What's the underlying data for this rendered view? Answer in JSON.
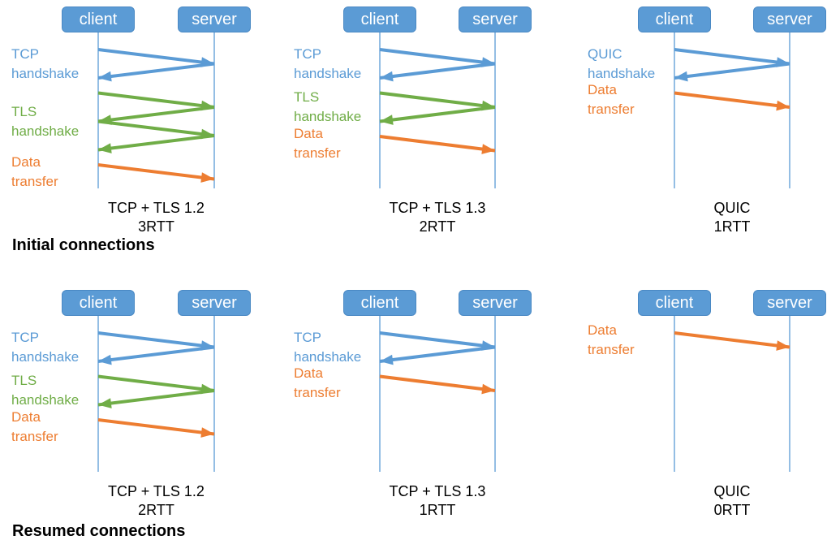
{
  "colors": {
    "blue": "#5B9BD5",
    "green": "#70AD47",
    "orange": "#ED7D31",
    "box_fill": "#5B9BD5",
    "box_border": "#4A89C4",
    "box_text": "#FFFFFF",
    "lifeline": "#5B9BD5",
    "caption_text": "#000000",
    "heading_text": "#000000",
    "background": "#FFFFFF"
  },
  "sections": [
    {
      "heading": "Initial connections",
      "diagrams": [
        {
          "client": "client",
          "server": "server",
          "caption": [
            "TCP + TLS 1.2",
            "3RTT"
          ],
          "phases": [
            {
              "label": [
                "TCP",
                "handshake"
              ],
              "color": "blue",
              "messages": [
                "client-to-server",
                "server-to-client"
              ]
            },
            {
              "label": [
                "TLS",
                "handshake"
              ],
              "color": "green",
              "messages": [
                "client-to-server",
                "server-to-client",
                "client-to-server",
                "server-to-client"
              ]
            },
            {
              "label": [
                "Data",
                "transfer"
              ],
              "color": "orange",
              "messages": [
                "client-to-server"
              ]
            }
          ]
        },
        {
          "client": "client",
          "server": "server",
          "caption": [
            "TCP + TLS 1.3",
            "2RTT"
          ],
          "phases": [
            {
              "label": [
                "TCP",
                "handshake"
              ],
              "color": "blue",
              "messages": [
                "client-to-server",
                "server-to-client"
              ]
            },
            {
              "label": [
                "TLS",
                "handshake"
              ],
              "color": "green",
              "messages": [
                "client-to-server",
                "server-to-client"
              ]
            },
            {
              "label": [
                "Data",
                "transfer"
              ],
              "color": "orange",
              "messages": [
                "client-to-server"
              ]
            }
          ]
        },
        {
          "client": "client",
          "server": "server",
          "caption": [
            "QUIC",
            "1RTT"
          ],
          "phases": [
            {
              "label": [
                "QUIC",
                "handshake"
              ],
              "color": "blue",
              "messages": [
                "client-to-server",
                "server-to-client"
              ]
            },
            {
              "label": [
                "Data",
                "transfer"
              ],
              "color": "orange",
              "messages": [
                "client-to-server"
              ]
            }
          ]
        }
      ]
    },
    {
      "heading": "Resumed connections",
      "diagrams": [
        {
          "client": "client",
          "server": "server",
          "caption": [
            "TCP + TLS 1.2",
            "2RTT"
          ],
          "phases": [
            {
              "label": [
                "TCP",
                "handshake"
              ],
              "color": "blue",
              "messages": [
                "client-to-server",
                "server-to-client"
              ]
            },
            {
              "label": [
                "TLS",
                "handshake"
              ],
              "color": "green",
              "messages": [
                "client-to-server",
                "server-to-client"
              ]
            },
            {
              "label": [
                "Data",
                "transfer"
              ],
              "color": "orange",
              "messages": [
                "client-to-server"
              ]
            }
          ]
        },
        {
          "client": "client",
          "server": "server",
          "caption": [
            "TCP + TLS 1.3",
            "1RTT"
          ],
          "phases": [
            {
              "label": [
                "TCP",
                "handshake"
              ],
              "color": "blue",
              "messages": [
                "client-to-server",
                "server-to-client"
              ]
            },
            {
              "label": [
                "Data",
                "transfer"
              ],
              "color": "orange",
              "messages": [
                "client-to-server"
              ]
            }
          ]
        },
        {
          "client": "client",
          "server": "server",
          "caption": [
            "QUIC",
            "0RTT"
          ],
          "phases": [
            {
              "label": [
                "Data",
                "transfer"
              ],
              "color": "orange",
              "messages": [
                "client-to-server"
              ]
            }
          ]
        }
      ]
    }
  ]
}
